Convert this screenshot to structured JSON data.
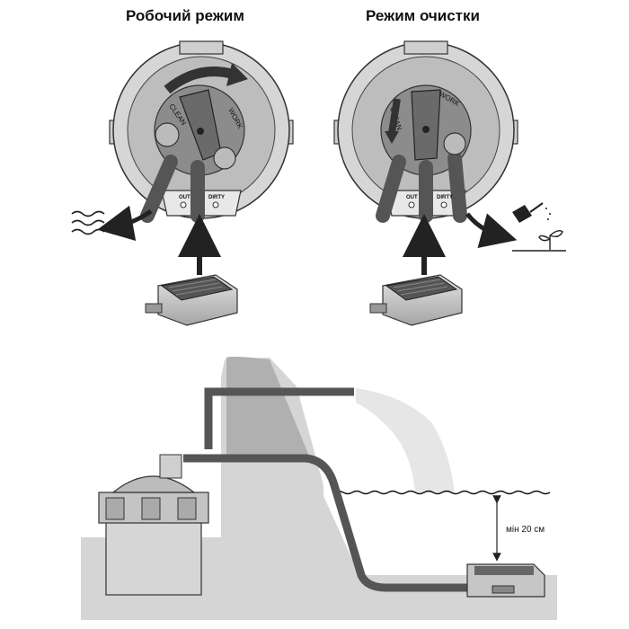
{
  "titles": {
    "working_mode": "Робочий режим",
    "cleaning_mode": "Режим очистки"
  },
  "valve_labels": {
    "clean": "CLEAN",
    "work": "WORK",
    "out": "OUT",
    "dirty": "DIRTY"
  },
  "diagram": {
    "min_depth_label": "мін 20 см"
  }
}
